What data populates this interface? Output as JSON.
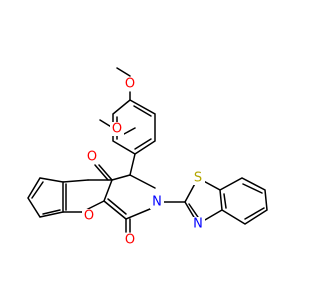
{
  "molecule": {
    "atom_labels": {
      "o_methoxy_top": "O",
      "o_methoxy_mid": "O",
      "o_carbonyl_top": "O",
      "o_carbonyl_bottom": "O",
      "o_pyran_ring": "O",
      "n_pyrrole": "N",
      "n_thiazole": "N",
      "s_thiazole": "S"
    },
    "colors": {
      "bond": "#000000",
      "oxygen": "#ff0000",
      "nitrogen": "#0000ff",
      "sulfur": "#b3a600"
    }
  }
}
